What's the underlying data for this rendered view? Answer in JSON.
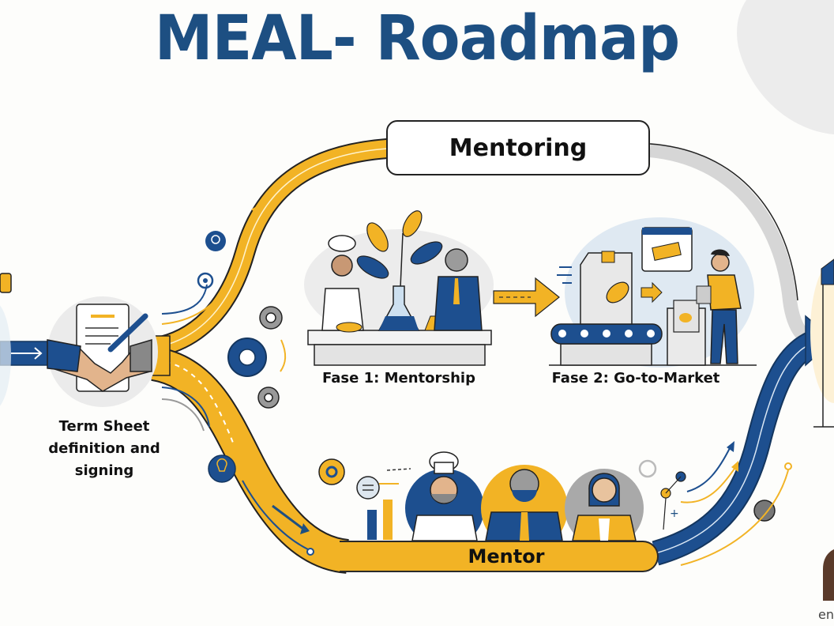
{
  "title": "MEAL- Roadmap",
  "sections": {
    "top_track_label": "Mentoring",
    "start_step_label": "Term Sheet definition and signing",
    "phase_1_label": "Fase 1: Mentorship",
    "phase_2_label": "Fase 2: Go-to-Market",
    "bottom_track_label": "Mentor"
  },
  "mentors": [
    {
      "role": "chef",
      "background": "#1d4f8f"
    },
    {
      "role": "business-advisor",
      "background": "#f2b325"
    },
    {
      "role": "consultant",
      "background": "#a9a9a9"
    }
  ],
  "brand_text": "en",
  "colors": {
    "primary_blue": "#1d4f82",
    "accent_yellow": "#f2b325",
    "neutral_gray": "#d9d9d9",
    "brand_brown": "#5a3a2a"
  }
}
